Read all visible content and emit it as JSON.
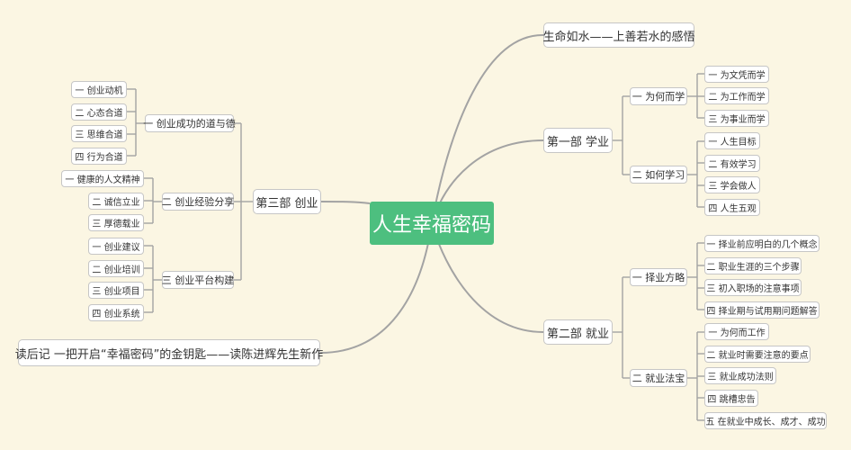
{
  "root": "人生幸福密码",
  "branches": {
    "life": "生命如水——上善若水的感悟",
    "study": {
      "label": "第一部 学业",
      "why_study": {
        "label": "一 为何而学",
        "items": [
          "一 为文凭而学",
          "二 为工作而学",
          "三 为事业而学"
        ]
      },
      "how_study": {
        "label": "二 如何学习",
        "items": [
          "一 人生目标",
          "二 有效学习",
          "三 学会做人",
          "四 人生五观"
        ]
      }
    },
    "career": {
      "label": "第二部 就业",
      "strategy": {
        "label": "一 择业方略",
        "items": [
          "一 择业前应明白的几个概念",
          "二 职业生涯的三个步骤",
          "三 初入职场的注意事项",
          "四 择业期与试用期问题解答"
        ]
      },
      "secrets": {
        "label": "二 就业法宝",
        "items": [
          "一 为何而工作",
          "二 就业时需要注意的要点",
          "三 就业成功法则",
          "四 跳槽忠告",
          "五 在就业中成长、成才、成功"
        ]
      }
    },
    "venture": {
      "label": "第三部 创业",
      "dao": {
        "label": "一 创业成功的道与德",
        "items": [
          "一 创业动机",
          "二 心态合道",
          "三 思维合道",
          "四 行为合道"
        ]
      },
      "experience": {
        "label": "二 创业经验分享",
        "items": [
          "一 健康的人文精神",
          "二 诚信立业",
          "三 厚德载业"
        ]
      },
      "platform": {
        "label": "三 创业平台构建",
        "items": [
          "一 创业建议",
          "二 创业培训",
          "三 创业项目",
          "四 创业系统"
        ]
      }
    },
    "afterword": "读后记 一把开启“幸福密码”的金钥匙——读陈进辉先生新作"
  }
}
